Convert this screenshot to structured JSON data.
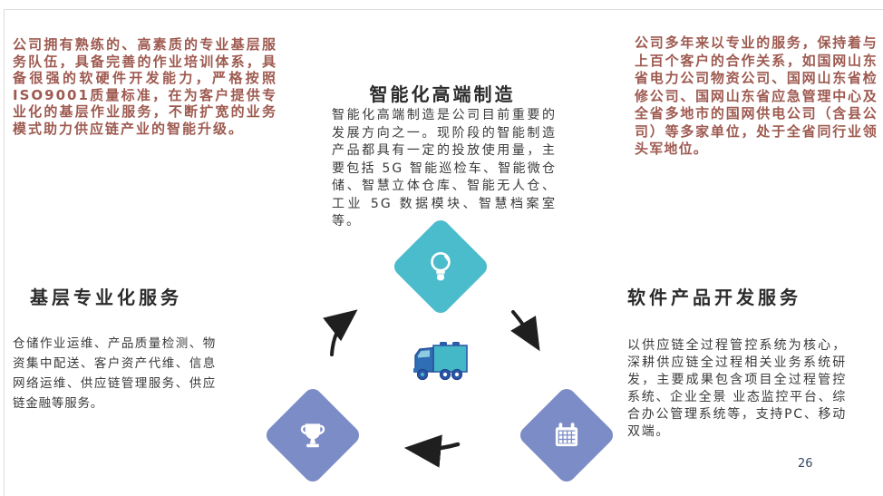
{
  "page": {
    "number": "26"
  },
  "intro": {
    "left": "公司拥有熟练的、高素质的专业基层服务队伍，具备完善的作业培训体系，具备很强的软硬件开发能力，严格按照ISO9001质量标准，在为客户提供专业化的基层作业服务，不断扩宽的业务模式助力供应链产业的智能升级。",
    "right": "公司多年来以专业的服务，保持着与上百个客户的合作关系，如国网山东省电力公司物资公司、国网山东省检修公司、国网山东省应急管理中心及全省多地市的国网供电公司（含县公司）等多家单位，处于全省同行业领头军地位。"
  },
  "sections": {
    "manufacturing": {
      "title": "智能化高端制造",
      "body": "智能化高端制造是公司目前重要的发展方向之一。现阶段的智能制造产品都具有一定的投放使用量，主要包括 5G 智能巡检车、智能微仓储、智慧立体仓库、智能无人仓、工业 5G 数据模块、智慧档案室等。"
    },
    "grassroots": {
      "title": "基层专业化服务",
      "body": "仓储作业运维、产品质量检测、物资集中配送、客户资产代维、信息网络运维、供应链管理服务、供应链金融等服务。"
    },
    "software": {
      "title": "软件产品开发服务",
      "body": "以供应链全过程管控系统为核心，深耕供应链全过程相关业务系统研发，主要成果包含项目全过程管控系统、企业全景 业态监控平台、综合办公管理系统等，支持PC、移动双端。"
    }
  },
  "diagram": {
    "nodes": [
      "lightbulb-icon",
      "trophy-icon",
      "calendar-icon"
    ],
    "center_illustration": "truck-icon",
    "cycle_direction": "clockwise",
    "colors": {
      "teal": "#4bbccc",
      "periwinkle": "#7b8cc6",
      "arrow_black": "#1f1f1f",
      "accent_red": "#9e5a50",
      "truck_cab_blue": "#2f6db5",
      "truck_box_teal": "#45b8c8"
    }
  }
}
